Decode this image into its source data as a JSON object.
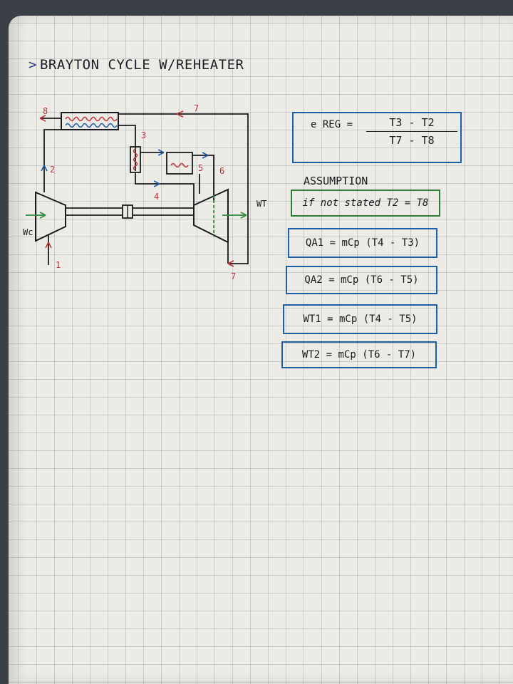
{
  "title": {
    "marker": ">",
    "text": "BRAYTON CYCLE W/REHEATER"
  },
  "diagram": {
    "state_labels": [
      "1",
      "2",
      "3",
      "4",
      "5",
      "6",
      "7",
      "7",
      "8"
    ],
    "work_compressor": "Wc",
    "work_turbine": "WT"
  },
  "regenerator_effectiveness": {
    "label": "e REG =",
    "numerator": "T3 - T2",
    "denominator": "T7 - T8"
  },
  "assumption": {
    "heading": "ASSUMPTION",
    "text": "if not stated  T2 = T8"
  },
  "equations": [
    "QA1 = mCp (T4 - T3)",
    "QA2 = mCp (T6 - T5)",
    "WT1 = mCp (T4 - T5)",
    "WT2 = mCp (T6 - T7)"
  ],
  "colors": {
    "ink_black": "#1b1b1f",
    "ink_red": "#c0343a",
    "ink_blue": "#1f5ea8",
    "ink_green": "#2f8a3a"
  }
}
